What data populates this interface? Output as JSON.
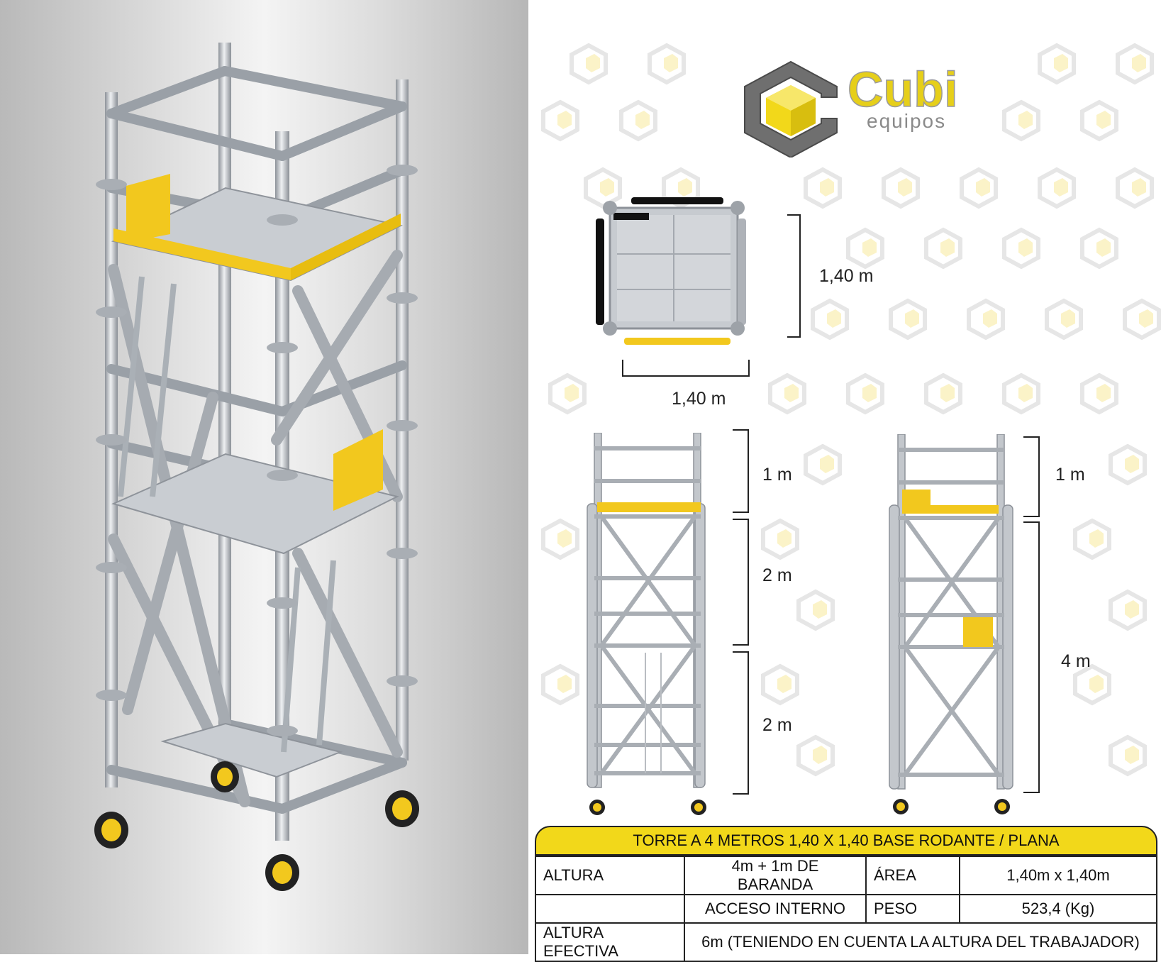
{
  "brand": {
    "name": "Cubi",
    "tagline": "equipos"
  },
  "colors": {
    "brand_yellow": "#f2d81a",
    "brand_gray": "#7a7a7a",
    "steel": "#b8bcc2"
  },
  "dimensions": {
    "plan_depth": "1,40 m",
    "plan_width": "1,40 m",
    "side_rail": "1 m",
    "side_upper": "2 m",
    "side_lower": "2 m",
    "front_rail": "1 m",
    "front_total": "4 m"
  },
  "spec": {
    "title": "TORRE A 4 METROS 1,40 X 1,40 BASE RODANTE / PLANA",
    "rows": [
      {
        "label": "ALTURA",
        "value": "4m + 1m DE BARANDA",
        "label2": "ÁREA",
        "value2": "1,40m x 1,40m"
      },
      {
        "label": "",
        "value": "ACCESO INTERNO",
        "label2": "PESO",
        "value2": "523,4 (Kg)"
      }
    ],
    "effective_label": "ALTURA EFECTIVA",
    "effective_value": "6m (TENIENDO EN CUENTA LA ALTURA DEL TRABAJADOR)"
  }
}
